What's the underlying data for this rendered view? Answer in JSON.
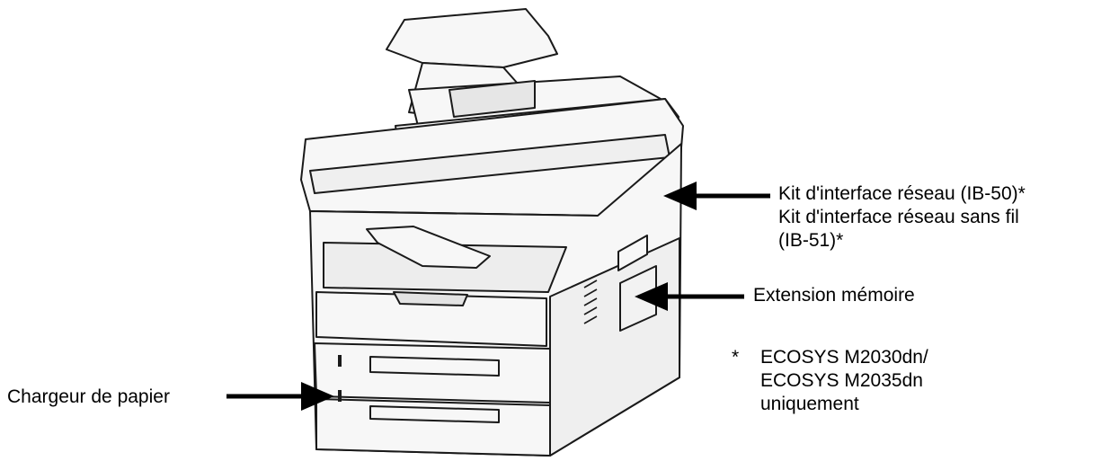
{
  "callouts": {
    "network_kit": {
      "lines": [
        "Kit d'interface réseau (IB-50)*",
        "Kit d'interface réseau sans fil",
        "(IB-51)*"
      ]
    },
    "memory": {
      "label": "Extension mémoire"
    },
    "paper_feeder": {
      "label": "Chargeur de papier"
    }
  },
  "footnote": {
    "marker": "*",
    "lines": [
      "ECOSYS M2030dn/",
      "ECOSYS M2035dn",
      "uniquement"
    ]
  },
  "colors": {
    "arrow": "#000000",
    "outline": "#1a1a1a",
    "fill": "#f7f7f7"
  }
}
